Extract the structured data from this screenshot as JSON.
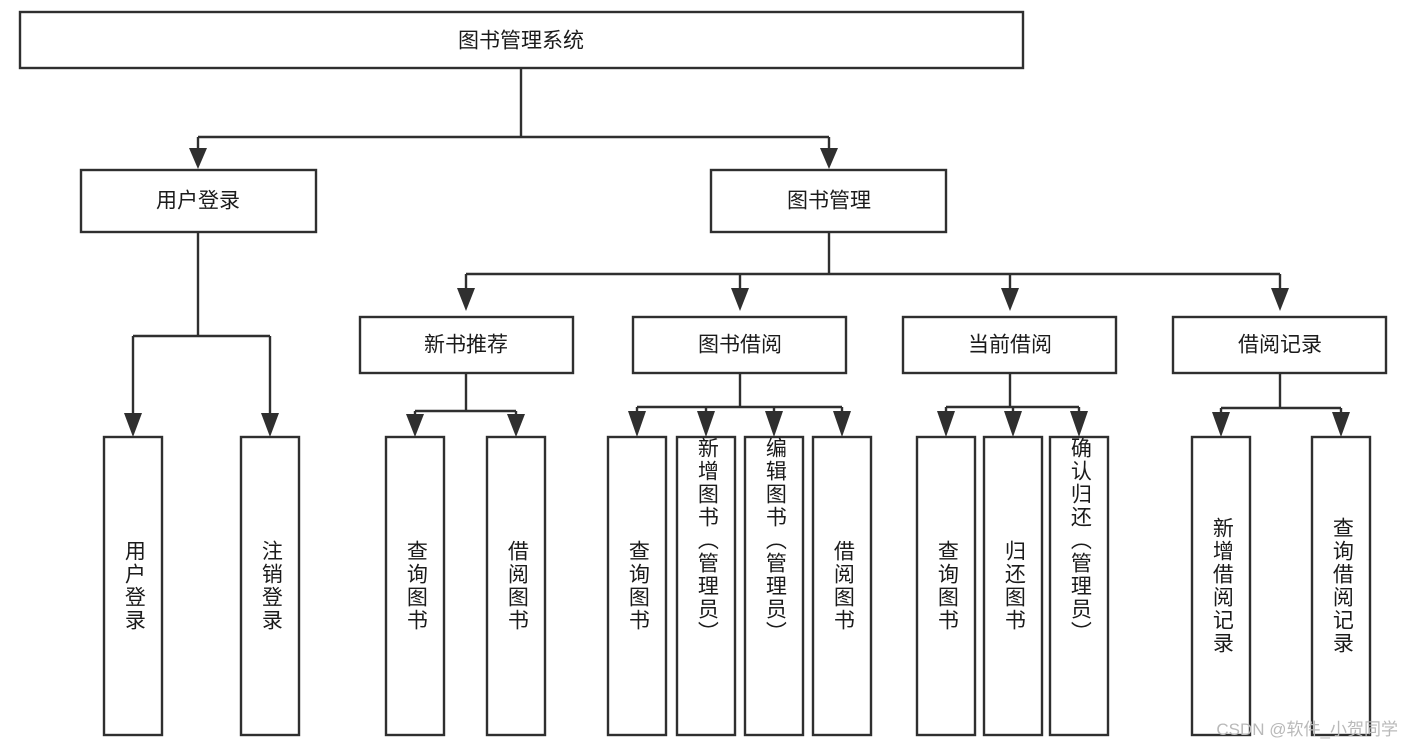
{
  "diagram": {
    "title": "图书管理系统",
    "watermark": "CSDN @软件_小贺同学",
    "colors": {
      "stroke": "#2f2f2f",
      "fill": "#ffffff",
      "text": "#1b1b1b",
      "watermark": "#b9b9b9"
    },
    "root": {
      "label": "图书管理系统"
    },
    "level2": [
      {
        "label": "用户登录"
      },
      {
        "label": "图书管理"
      }
    ],
    "level3": [
      {
        "label": "新书推荐"
      },
      {
        "label": "图书借阅"
      },
      {
        "label": "当前借阅"
      },
      {
        "label": "借阅记录"
      }
    ],
    "leaves": {
      "user_login": [
        {
          "label": "用户登录"
        },
        {
          "label": "注销登录"
        }
      ],
      "new_book_recommend": [
        {
          "label": "查询图书"
        },
        {
          "label": "借阅图书"
        }
      ],
      "book_borrow": [
        {
          "label": "查询图书"
        },
        {
          "label": "新增图书（管理员）"
        },
        {
          "label": "编辑图书（管理员）"
        },
        {
          "label": "借阅图书"
        }
      ],
      "current_borrow": [
        {
          "label": "查询图书"
        },
        {
          "label": "归还图书"
        },
        {
          "label": "确认归还（管理员）"
        }
      ],
      "borrow_record": [
        {
          "label": "新增借阅记录"
        },
        {
          "label": "查询借阅记录"
        }
      ]
    }
  }
}
